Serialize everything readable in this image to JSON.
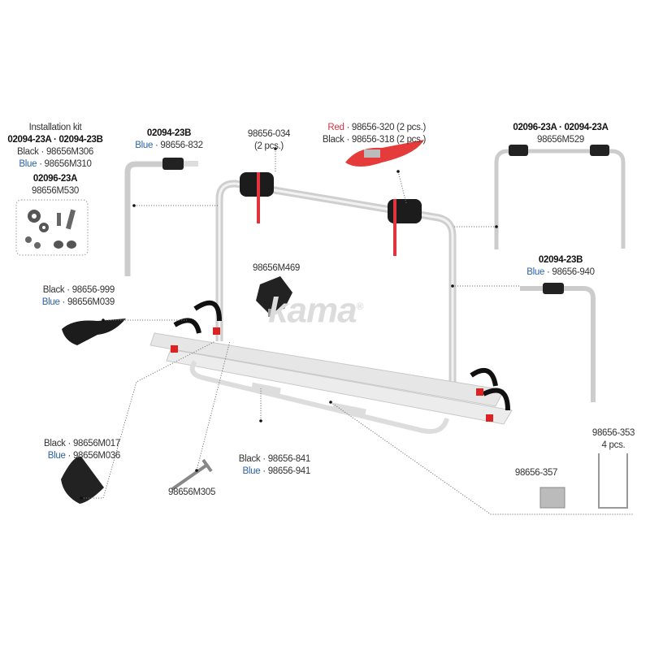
{
  "watermark": "kama",
  "watermark_mark": "®",
  "install_kit": {
    "title": "Installation kit",
    "models_1": "02094-23A · 02094-23B",
    "black_label": "Black",
    "black_code": " · 98656M306",
    "blue_label": "Blue",
    "blue_code": " · 98656M310",
    "models_2": "02096-23A",
    "code_2": "98656M530"
  },
  "arm_left": {
    "model": "02094-23B",
    "blue_label": "Blue",
    "code": " · 98656-832"
  },
  "pads": {
    "code": "98656-034",
    "qty": "(2 pcs.)"
  },
  "straps": {
    "red_label": "Red",
    "red_code": " · 98656-320 (2 pcs.)",
    "black_label": "Black",
    "black_code": " · 98656-318 (2 pcs.)"
  },
  "arm_right_top": {
    "model": "02096-23A · 02094-23A",
    "code": "98656M529"
  },
  "arm_right": {
    "model": "02094-23B",
    "blue_label": "Blue",
    "code": " · 98656-940"
  },
  "knob": {
    "code": "98656M469"
  },
  "wheel_holder": {
    "black_label": "Black",
    "black_code": " · 98656-999",
    "blue_label": "Blue",
    "blue_code": " · 98656M039"
  },
  "wheel_holder_big": {
    "black_label": "Black",
    "black_code": " · 98656M017",
    "blue_label": "Blue",
    "blue_code": " · 98656M036"
  },
  "bolt": {
    "code": "98656M305"
  },
  "end_caps": {
    "black_label": "Black",
    "black_code": " · 98656-841",
    "blue_label": "Blue",
    "blue_code": " · 98656-941"
  },
  "u_bolt": {
    "code": "98656-353",
    "qty": "4 pcs."
  },
  "bracket": {
    "code": "98656-357"
  }
}
